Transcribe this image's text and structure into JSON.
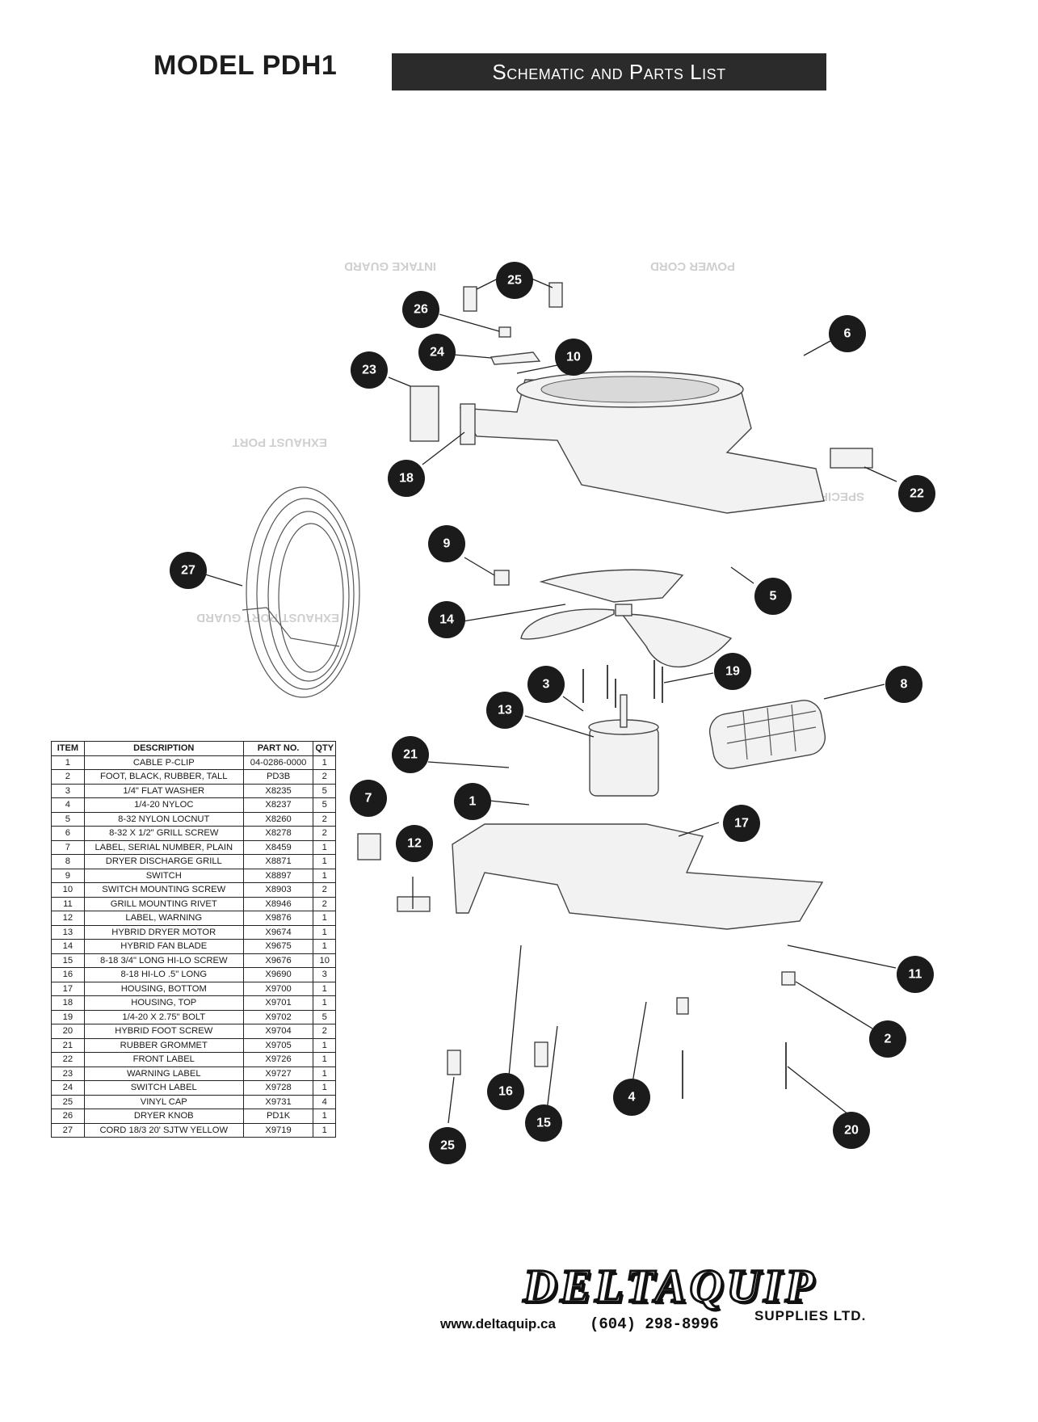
{
  "header": {
    "model": "MODEL PDH1",
    "title": "Schematic and Parts List"
  },
  "diagram": {
    "faint_labels": [
      "POWER CORD",
      "INTAKE GUARD",
      "EXHAUST PORT",
      "EXHAUST PORT GUARD",
      "SPECIFICATIONS"
    ],
    "callouts": [
      "25",
      "26",
      "24",
      "10",
      "6",
      "23",
      "18",
      "22",
      "27",
      "9",
      "5",
      "14",
      "19",
      "3",
      "8",
      "13",
      "21",
      "7",
      "1",
      "17",
      "12",
      "11",
      "2",
      "16",
      "4",
      "15",
      "25",
      "20"
    ]
  },
  "table": {
    "headers": [
      "ITEM",
      "DESCRIPTION",
      "PART NO.",
      "QTY"
    ],
    "rows": [
      [
        "1",
        "CABLE P-CLIP",
        "04-0286-0000",
        "1"
      ],
      [
        "2",
        "FOOT, BLACK, RUBBER, TALL",
        "PD3B",
        "2"
      ],
      [
        "3",
        "1/4\" FLAT WASHER",
        "X8235",
        "5"
      ],
      [
        "4",
        "1/4-20 NYLOC",
        "X8237",
        "5"
      ],
      [
        "5",
        "8-32 NYLON LOCNUT",
        "X8260",
        "2"
      ],
      [
        "6",
        "8-32 X 1/2\" GRILL SCREW",
        "X8278",
        "2"
      ],
      [
        "7",
        "LABEL, SERIAL NUMBER, PLAIN",
        "X8459",
        "1"
      ],
      [
        "8",
        "DRYER DISCHARGE GRILL",
        "X8871",
        "1"
      ],
      [
        "9",
        "SWITCH",
        "X8897",
        "1"
      ],
      [
        "10",
        "SWITCH MOUNTING SCREW",
        "X8903",
        "2"
      ],
      [
        "11",
        "GRILL MOUNTING RIVET",
        "X8946",
        "2"
      ],
      [
        "12",
        "LABEL, WARNING",
        "X9876",
        "1"
      ],
      [
        "13",
        "HYBRID DRYER MOTOR",
        "X9674",
        "1"
      ],
      [
        "14",
        "HYBRID FAN BLADE",
        "X9675",
        "1"
      ],
      [
        "15",
        "8-18 3/4\" LONG HI-LO SCREW",
        "X9676",
        "10"
      ],
      [
        "16",
        "8-18 HI-LO .5\" LONG",
        "X9690",
        "3"
      ],
      [
        "17",
        "HOUSING, BOTTOM",
        "X9700",
        "1"
      ],
      [
        "18",
        "HOUSING, TOP",
        "X9701",
        "1"
      ],
      [
        "19",
        "1/4-20 X 2.75\" BOLT",
        "X9702",
        "5"
      ],
      [
        "20",
        "HYBRID FOOT SCREW",
        "X9704",
        "2"
      ],
      [
        "21",
        "RUBBER GROMMET",
        "X9705",
        "1"
      ],
      [
        "22",
        "FRONT LABEL",
        "X9726",
        "1"
      ],
      [
        "23",
        "WARNING LABEL",
        "X9727",
        "1"
      ],
      [
        "24",
        "SWITCH LABEL",
        "X9728",
        "1"
      ],
      [
        "25",
        "VINYL CAP",
        "X9731",
        "4"
      ],
      [
        "26",
        "DRYER KNOB",
        "PD1K",
        "1"
      ],
      [
        "27",
        "CORD 18/3 20' SJTW YELLOW",
        "X9719",
        "1"
      ]
    ]
  },
  "footer": {
    "logo": "DELTAQUIP",
    "website": "www.deltaquip.ca",
    "phone": "(604) 298-8996",
    "tagline": "SUPPLIES LTD."
  }
}
